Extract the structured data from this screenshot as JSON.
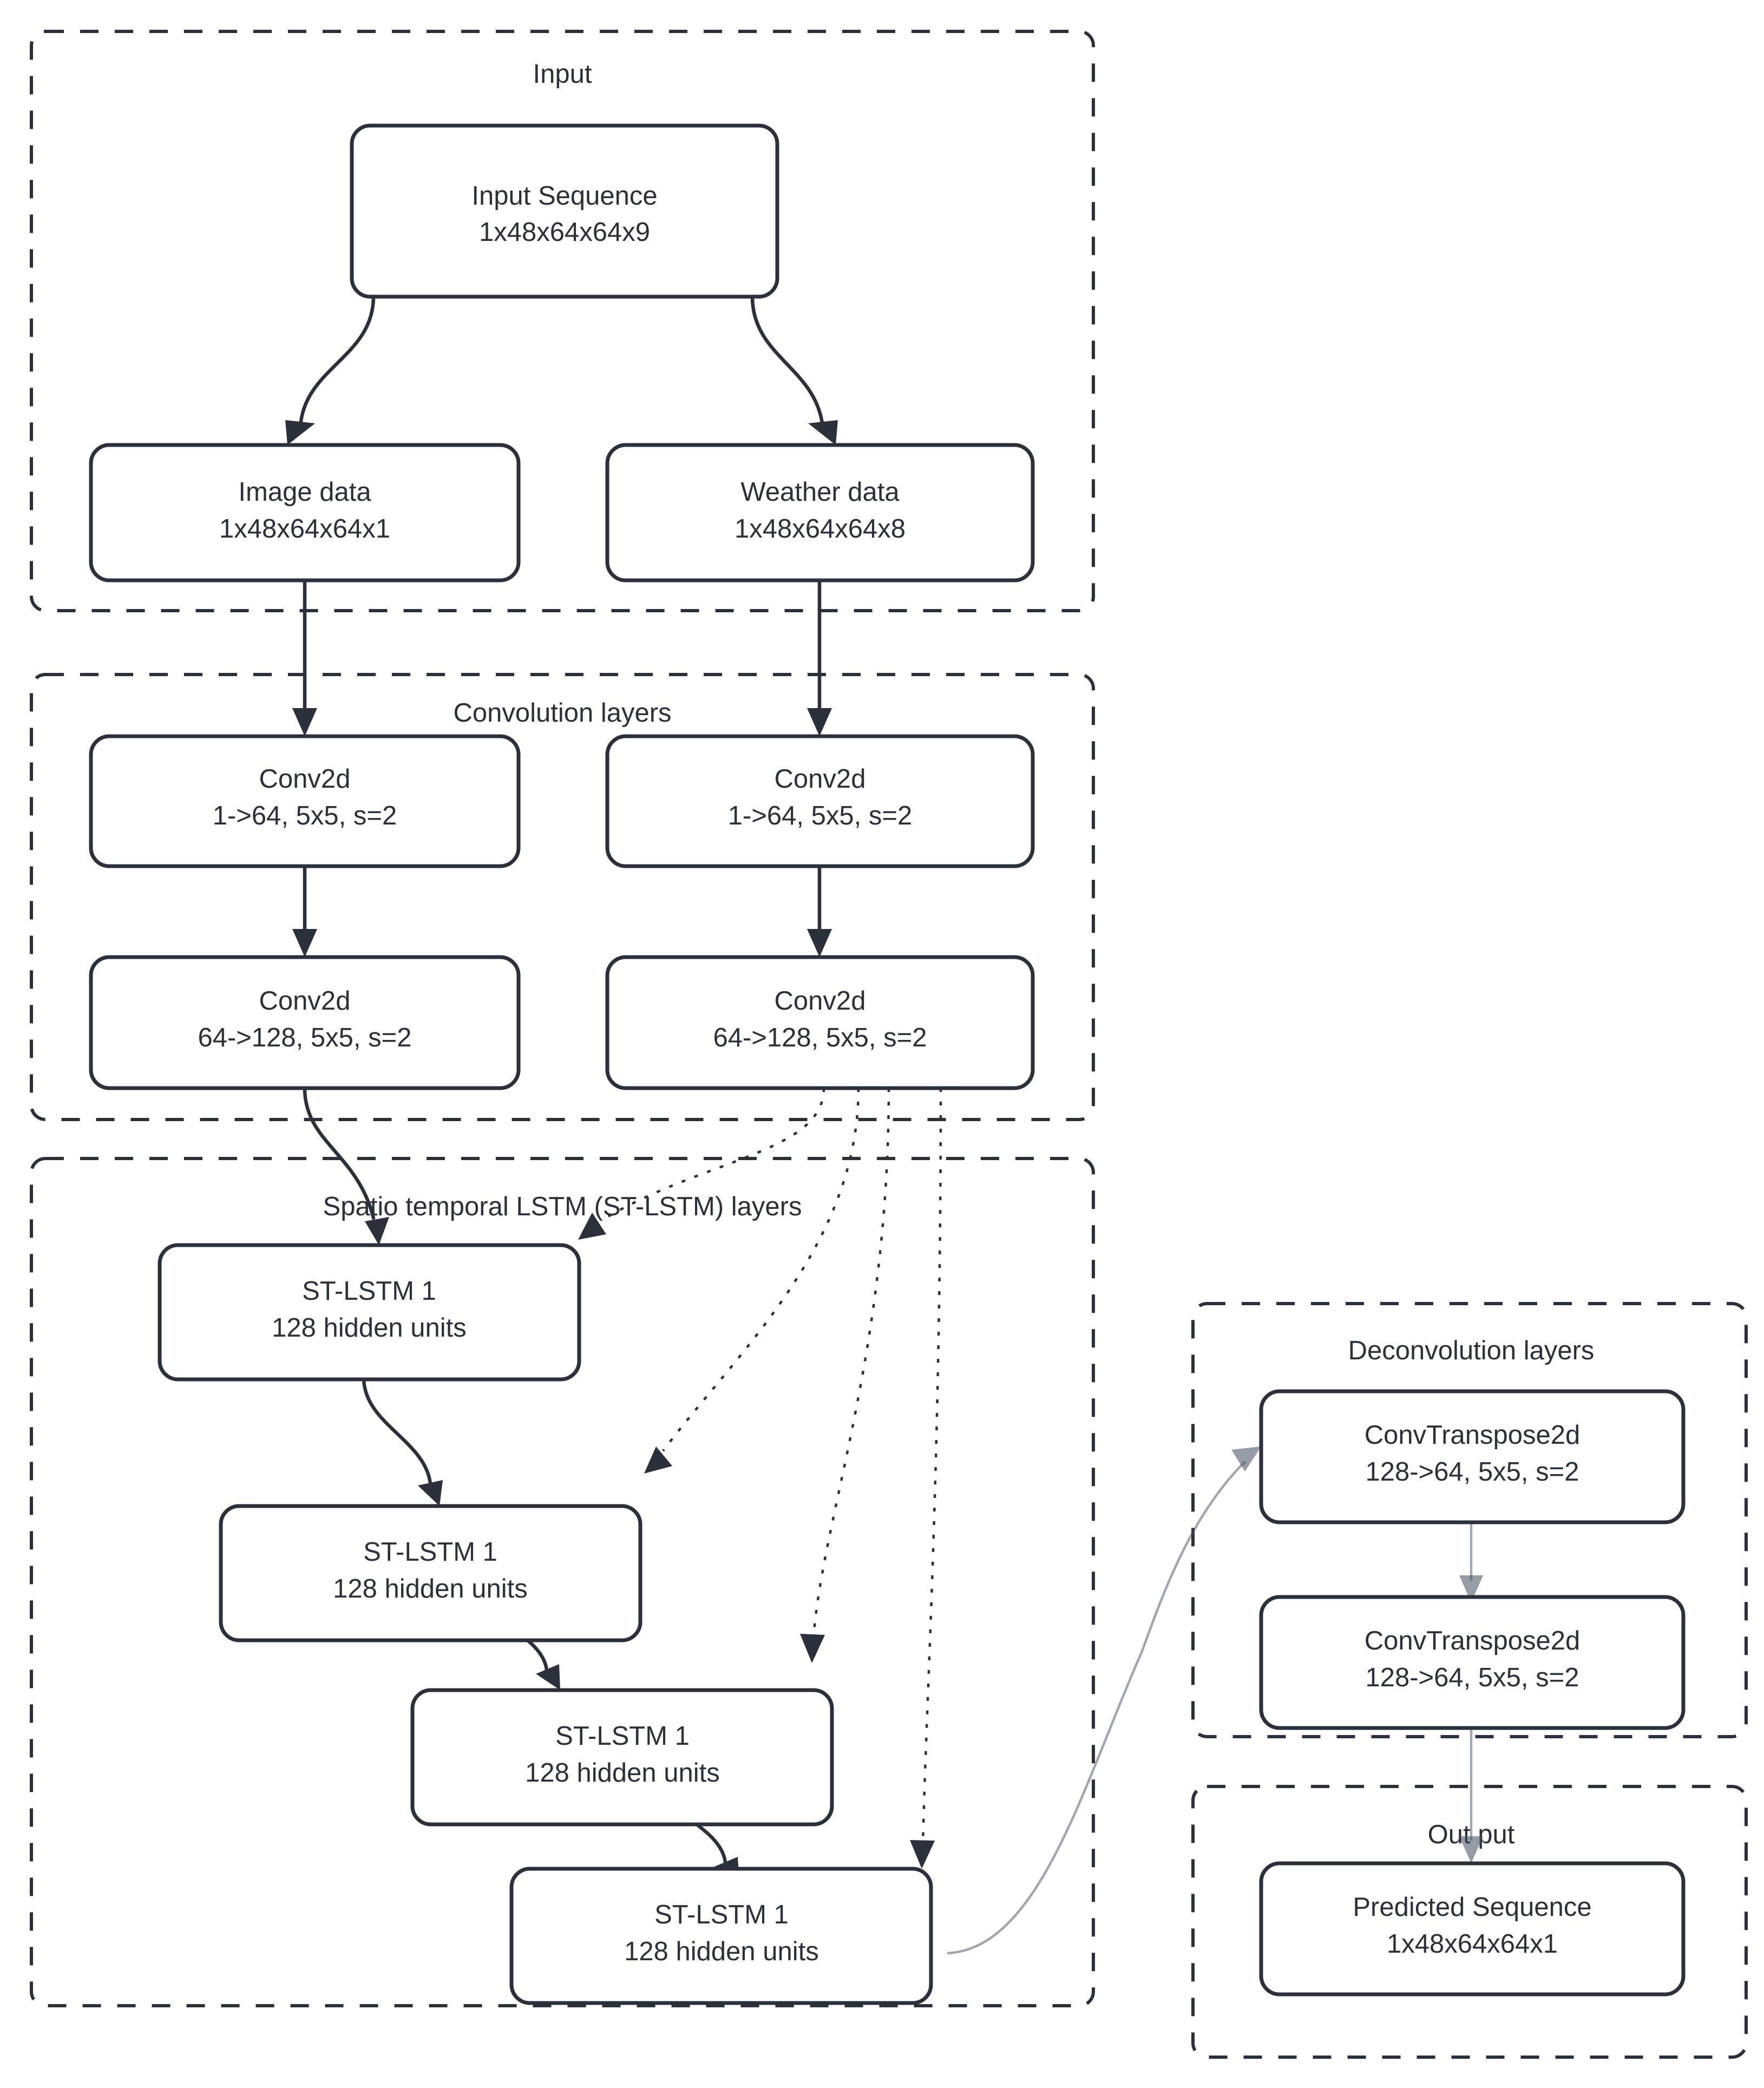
{
  "diagram": {
    "title": "ST-LSTM encoder-decoder architecture",
    "colors": {
      "stroke": "#2b303b",
      "background": "#ffffff",
      "faint_edge": "#455060"
    },
    "groups": [
      {
        "id": "input",
        "label": "Input"
      },
      {
        "id": "conv",
        "label": "Convolution layers"
      },
      {
        "id": "lstm",
        "label": "Spatio temporal LSTM (ST-LSTM) layers"
      },
      {
        "id": "deconv",
        "label": "Deconvolution layers"
      },
      {
        "id": "output",
        "label": "Out put"
      }
    ],
    "nodes": [
      {
        "id": "input-sequence",
        "group": "input",
        "line1": "Input Sequence",
        "line2": "1x48x64x64x9"
      },
      {
        "id": "image-data",
        "group": "input",
        "line1": "Image data",
        "line2": "1x48x64x64x1"
      },
      {
        "id": "weather-data",
        "group": "input",
        "line1": "Weather data",
        "line2": "1x48x64x64x8"
      },
      {
        "id": "conv2d-img-1",
        "group": "conv",
        "line1": "Conv2d",
        "line2": "1->64, 5x5, s=2"
      },
      {
        "id": "conv2d-wea-1",
        "group": "conv",
        "line1": "Conv2d",
        "line2": "1->64, 5x5, s=2"
      },
      {
        "id": "conv2d-img-2",
        "group": "conv",
        "line1": "Conv2d",
        "line2": "64->128, 5x5, s=2"
      },
      {
        "id": "conv2d-wea-2",
        "group": "conv",
        "line1": "Conv2d",
        "line2": "64->128, 5x5, s=2"
      },
      {
        "id": "st-lstm-1",
        "group": "lstm",
        "line1": "ST-LSTM 1",
        "line2": "128 hidden units"
      },
      {
        "id": "st-lstm-2",
        "group": "lstm",
        "line1": "ST-LSTM 1",
        "line2": "128 hidden units"
      },
      {
        "id": "st-lstm-3",
        "group": "lstm",
        "line1": "ST-LSTM 1",
        "line2": "128 hidden units"
      },
      {
        "id": "st-lstm-4",
        "group": "lstm",
        "line1": "ST-LSTM 1",
        "line2": "128 hidden units"
      },
      {
        "id": "convtranspose2d-1",
        "group": "deconv",
        "line1": "ConvTranspose2d",
        "line2": "128->64, 5x5, s=2"
      },
      {
        "id": "convtranspose2d-2",
        "group": "deconv",
        "line1": "ConvTranspose2d",
        "line2": "128->64, 5x5, s=2"
      },
      {
        "id": "predicted-sequence",
        "group": "output",
        "line1": "Predicted Sequence",
        "line2": "1x48x64x64x1"
      }
    ],
    "edges": [
      {
        "from": "input-sequence",
        "to": "image-data",
        "style": "solid"
      },
      {
        "from": "input-sequence",
        "to": "weather-data",
        "style": "solid"
      },
      {
        "from": "image-data",
        "to": "conv2d-img-1",
        "style": "solid"
      },
      {
        "from": "weather-data",
        "to": "conv2d-wea-1",
        "style": "solid"
      },
      {
        "from": "conv2d-img-1",
        "to": "conv2d-img-2",
        "style": "solid"
      },
      {
        "from": "conv2d-wea-1",
        "to": "conv2d-wea-2",
        "style": "solid"
      },
      {
        "from": "conv2d-img-2",
        "to": "st-lstm-1",
        "style": "solid"
      },
      {
        "from": "conv2d-wea-2",
        "to": "st-lstm-1",
        "style": "dotted"
      },
      {
        "from": "conv2d-wea-2",
        "to": "st-lstm-2",
        "style": "dotted"
      },
      {
        "from": "conv2d-wea-2",
        "to": "st-lstm-3",
        "style": "dotted"
      },
      {
        "from": "conv2d-wea-2",
        "to": "st-lstm-4",
        "style": "dotted"
      },
      {
        "from": "st-lstm-1",
        "to": "st-lstm-2",
        "style": "solid"
      },
      {
        "from": "st-lstm-2",
        "to": "st-lstm-3",
        "style": "solid"
      },
      {
        "from": "st-lstm-3",
        "to": "st-lstm-4",
        "style": "solid"
      },
      {
        "from": "st-lstm-4",
        "to": "convtranspose2d-1",
        "style": "thin"
      },
      {
        "from": "convtranspose2d-1",
        "to": "convtranspose2d-2",
        "style": "thin"
      },
      {
        "from": "convtranspose2d-2",
        "to": "predicted-sequence",
        "style": "thin"
      }
    ]
  }
}
